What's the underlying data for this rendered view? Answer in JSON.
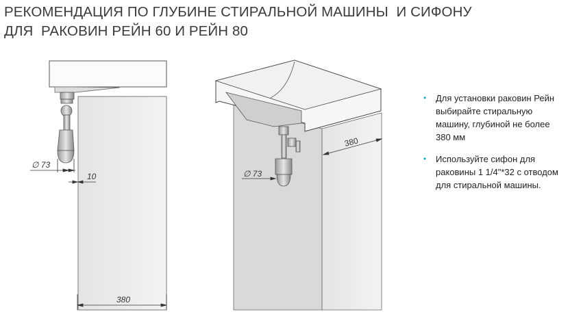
{
  "title": {
    "line1": "РЕКОМЕНДАЦИЯ ПО ГЛУБИНЕ СТИРАЛЬНОЙ МАШИНЫ  И СИФОНУ",
    "line2": "ДЛЯ  РАКОВИН РЕЙН 60 И РЕЙН 80"
  },
  "left_drawing": {
    "dim_siphon": "∅ 73",
    "dim_gap": "10",
    "dim_depth": "380"
  },
  "right_drawing": {
    "dim_siphon": "∅ 73",
    "dim_depth": "380"
  },
  "notes": [
    {
      "bullet": "•",
      "text": "Для установки раковин Рейн выбирайте стиральную машину, глубиной не более 380 мм"
    },
    {
      "bullet": "•",
      "text": "Используйте сифон для раковины 1 1/4\"*32 с отводом для стиральной машины."
    }
  ],
  "colors": {
    "bullet": "#1aa5b8",
    "cabinet_front": "#d9d9d9",
    "cabinet_side": "#ececec"
  }
}
